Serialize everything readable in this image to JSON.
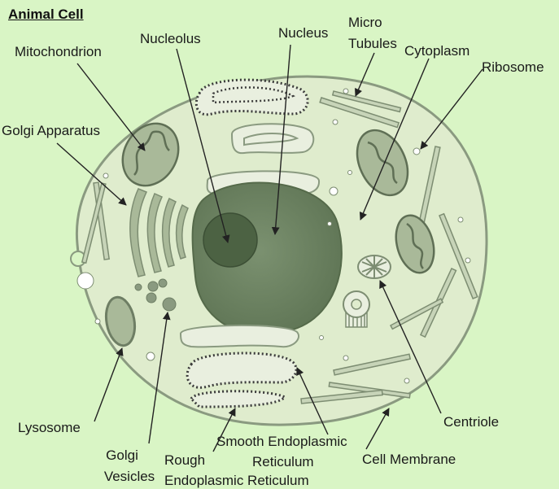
{
  "title": "Animal Cell",
  "labels": {
    "mitochondrion": "Mitochondrion",
    "nucleolus": "Nucleolus",
    "nucleus": "Nucleus",
    "micro_tubules_1": "Micro",
    "micro_tubules_2": "Tubules",
    "cytoplasm": "Cytoplasm",
    "ribosome": "Ribosome",
    "golgi_apparatus": "Golgi Apparatus",
    "lysosome": "Lysosome",
    "golgi_vesicles_1": "Golgi",
    "golgi_vesicles_2": "Vesicles",
    "rough_er_1": "Rough",
    "rough_er_2": "Endoplasmic Reticulum",
    "smooth_er_1": "Smooth Endoplasmic",
    "smooth_er_2": "Reticulum",
    "centriole": "Centriole",
    "cell_membrane": "Cell Membrane"
  },
  "colors": {
    "background": "#d9f5c5",
    "cytoplasm": "#dfeccd",
    "membrane": "#8a9a80",
    "nucleus": "#6e8461",
    "nucleolus": "#4c6243",
    "organelle": "#a9b999"
  }
}
